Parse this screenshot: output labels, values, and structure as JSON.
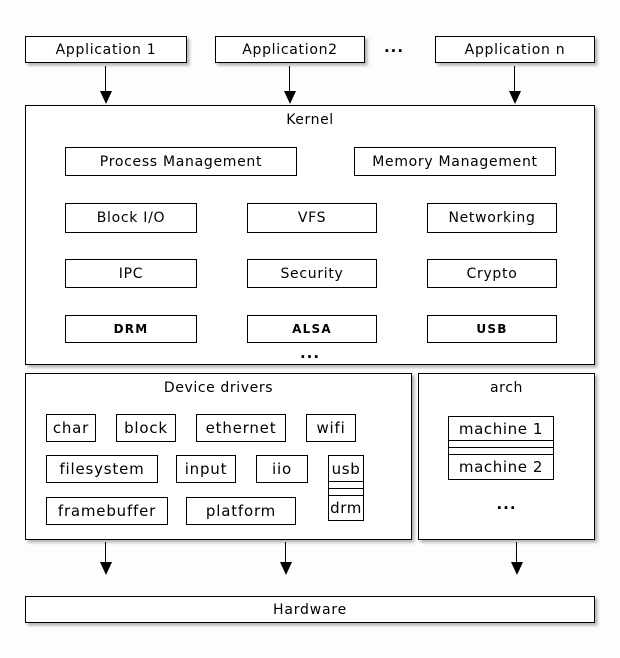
{
  "colors": {
    "border": "#000000",
    "box_fill": "#ffffff",
    "page_background": "#fdfdfd",
    "shadow": "rgba(0,0,0,0.30)",
    "text": "#000000"
  },
  "top_apps": {
    "app1": "Application 1",
    "app2": "Application2",
    "dots": "...",
    "appn": "Application n"
  },
  "kernel": {
    "title": "Kernel",
    "row1": [
      "Process Management",
      "Memory Management"
    ],
    "row2": [
      "Block I/O",
      "VFS",
      "Networking"
    ],
    "row3": [
      "IPC",
      "Security",
      "Crypto"
    ],
    "row4": [
      "DRM",
      "ALSA",
      "USB"
    ],
    "dots": "..."
  },
  "device_drivers": {
    "title": "Device drivers",
    "row1": [
      "char",
      "block",
      "ethernet",
      "wifi"
    ],
    "row2": [
      "filesystem",
      "input",
      "iio"
    ],
    "row3": [
      "framebuffer",
      "platform"
    ],
    "stack": {
      "top": "usb",
      "bottom": "drm"
    }
  },
  "arch": {
    "title": "arch",
    "stack": {
      "top": "machine 1",
      "bottom": "machine 2"
    },
    "dots": "..."
  },
  "hardware": {
    "label": "Hardware"
  }
}
